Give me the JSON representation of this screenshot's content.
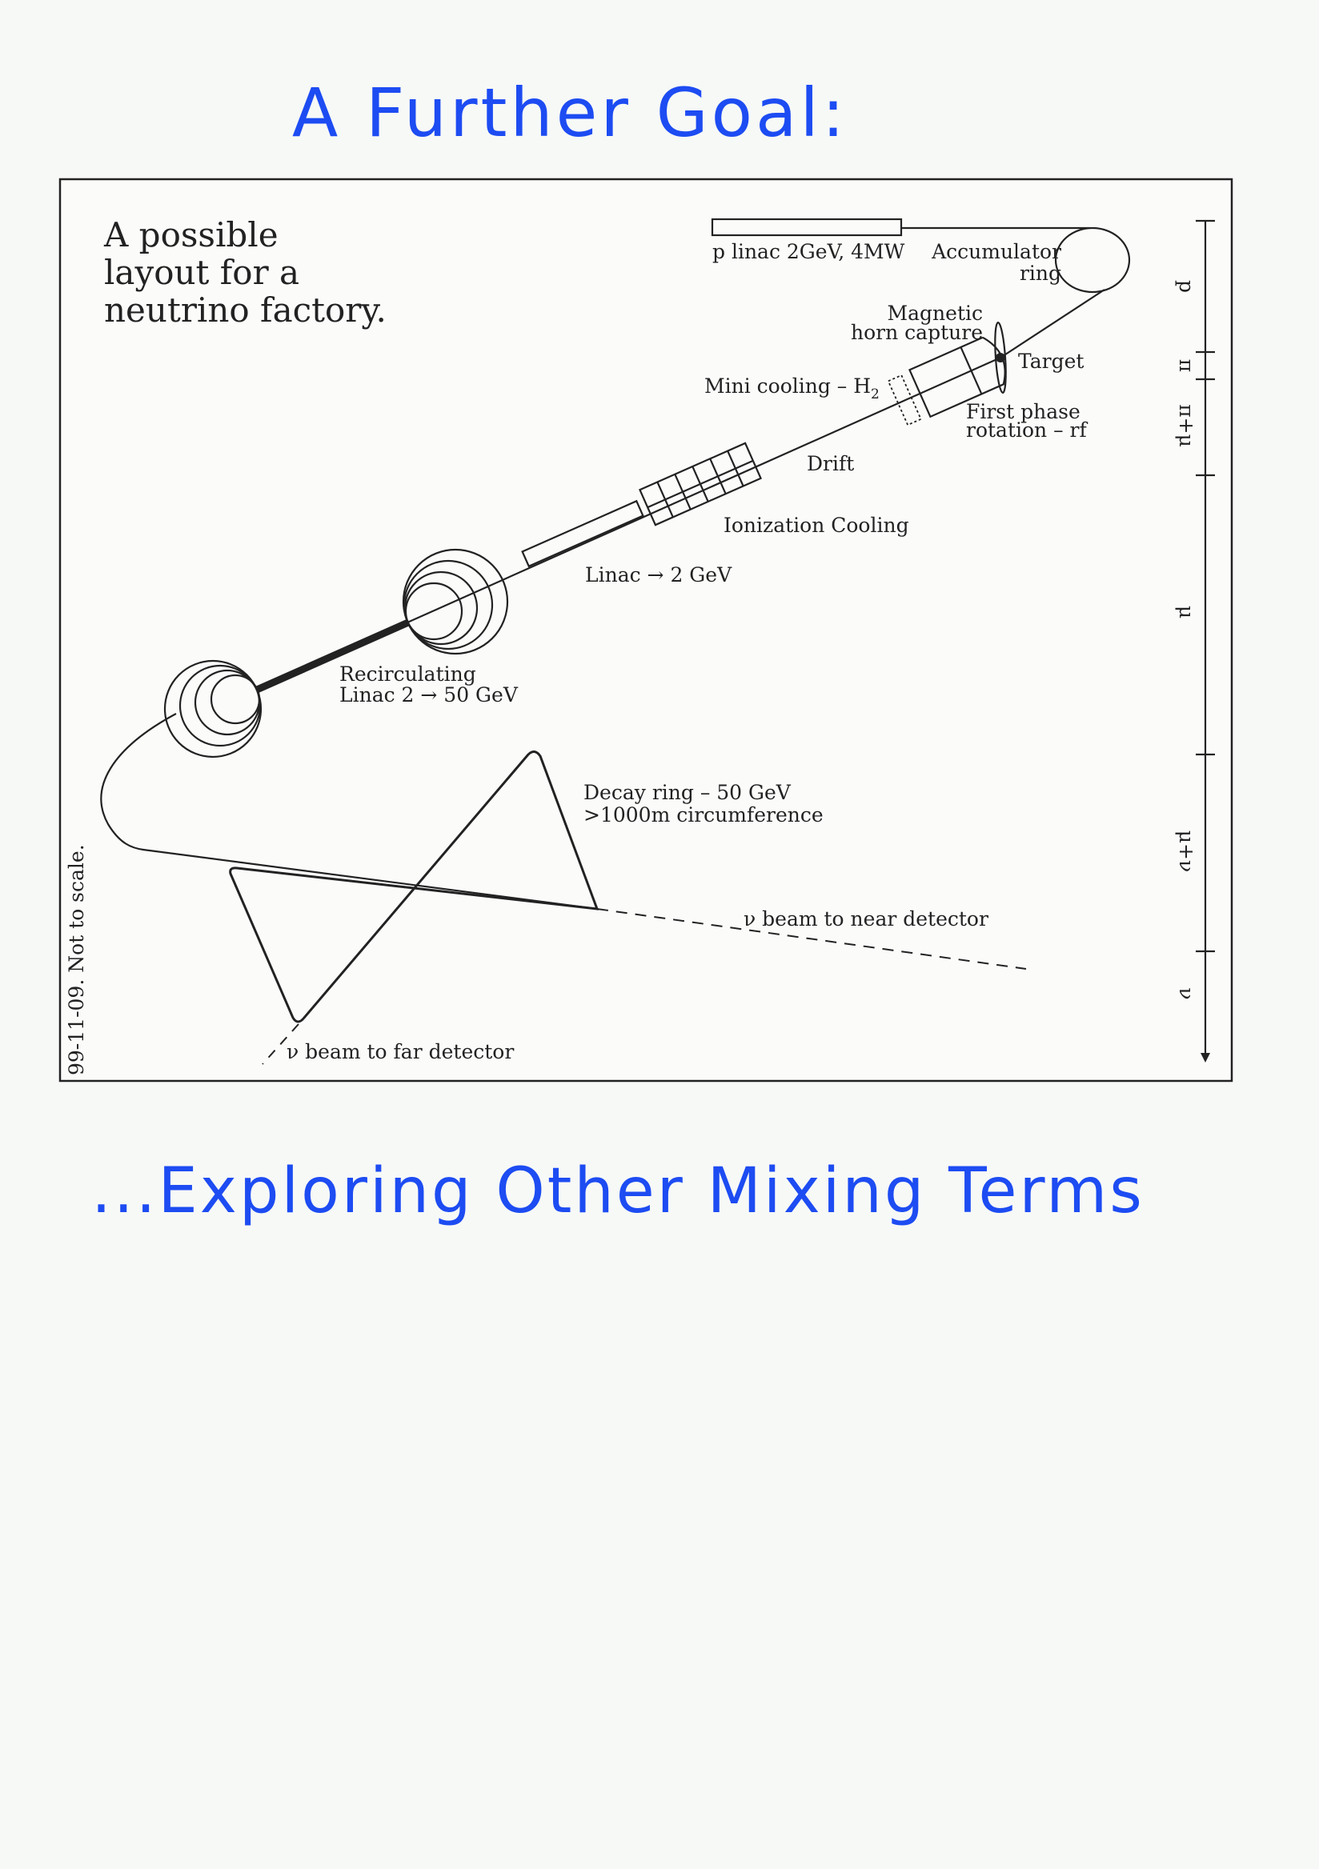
{
  "header": {
    "title": "A  Further  Goal:"
  },
  "footer": {
    "subtitle": "...Exploring  Other  Mixing  Terms"
  },
  "diagram": {
    "heading": [
      "A possible",
      "layout for a",
      "neutrino factory."
    ],
    "labels": {
      "p_linac": "p linac 2GeV, 4MW",
      "accumulator_1": "Accumulator",
      "accumulator_2": "ring",
      "horn_1": "Magnetic",
      "horn_2": "horn capture",
      "target": "Target",
      "mini_cooling": "Mini cooling –  H",
      "mini_cooling_sub": "2",
      "phase_1": "First phase",
      "phase_2": "rotation – rf",
      "drift": "Drift",
      "ionization": "Ionization Cooling",
      "linac": "Linac → 2 GeV",
      "recirc_1": "Recirculating",
      "recirc_2": "Linac 2 → 50 GeV",
      "decay_1": "Decay ring – 50 GeV",
      "decay_2": ">1000m circumference",
      "near": "ν beam to near detector",
      "far": "ν beam to far detector",
      "note": "99-11-09. Not to scale."
    },
    "axis": [
      "p",
      "π",
      "π+μ",
      "μ",
      "μ+ν",
      "ν"
    ]
  },
  "colors": {
    "ink": "#1d4cf2"
  }
}
